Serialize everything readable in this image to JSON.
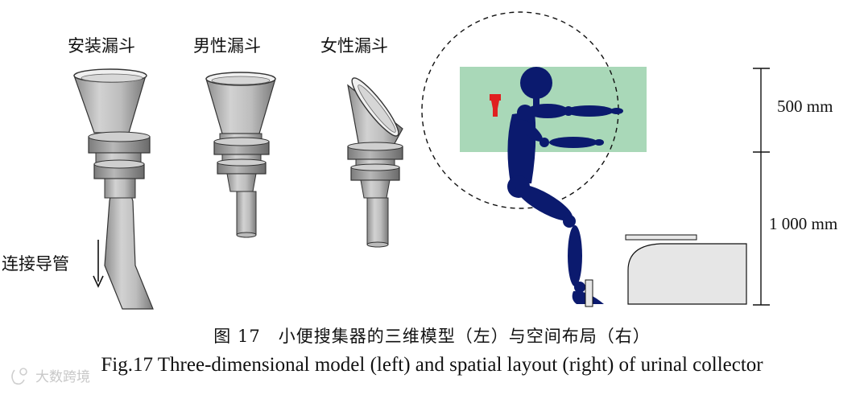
{
  "figure": {
    "funnel_labels": {
      "installed": "安装漏斗",
      "male": "男性漏斗",
      "female": "女性漏斗"
    },
    "tube_label": "连接导管",
    "dimensions": {
      "upper": "500 mm",
      "lower": "1 000 mm"
    },
    "colors": {
      "manikin": "#0b1a6e",
      "reach_zone": "#a9d8b8",
      "device": "#e02020",
      "funnel_gray": "#c4c4c4"
    }
  },
  "caption": {
    "cn": "图 17　小便搜集器的三维模型（左）与空间布局（右）",
    "en": "Fig.17 Three-dimensional model (left) and spatial layout (right) of urinal collector"
  },
  "watermark": "大数跨境"
}
